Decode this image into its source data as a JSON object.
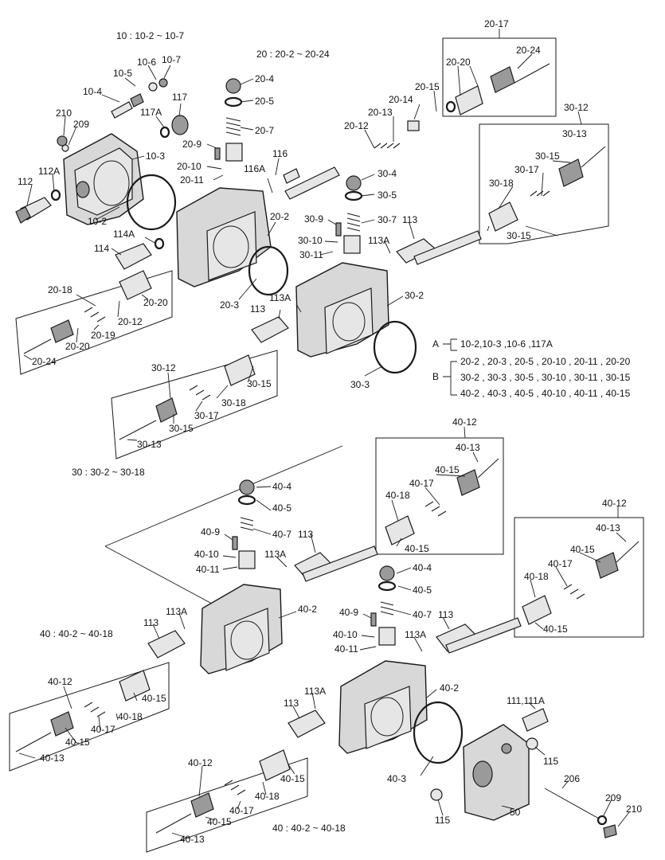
{
  "ranges": {
    "r10": "10 : 10-2 ~ 10-7",
    "r20": "20 : 20-2 ~ 20-24",
    "r30": "30 : 30-2 ~ 30-18",
    "r40a": "40 : 40-2 ~ 40-18",
    "r40b": "40 : 40-2 ~ 40-18"
  },
  "kits": {
    "a_letter": "A",
    "a_text": "10-2,10-3 ,10-6 ,117A",
    "b_letter": "B",
    "b_line1": "20-2 , 20-3 , 20-5 , 20-10 , 20-11 , 20-20",
    "b_line2": "30-2 , 30-3 , 30-5 , 30-10 , 30-11 , 30-15",
    "b_line3": "40-2 , 40-3 , 40-5 , 40-10 , 40-11 , 40-15"
  },
  "labels": {
    "l_10_6": "10-6",
    "l_10_7": "10-7",
    "l_10_5": "10-5",
    "l_10_4": "10-4",
    "l_117": "117",
    "l_117a": "117A",
    "l_210a": "210",
    "l_209a": "209",
    "l_10_3": "10-3",
    "l_112a": "112A",
    "l_112": "112",
    "l_10_2": "10-2",
    "l_20_4": "20-4",
    "l_20_5": "20-5",
    "l_20_7": "20-7",
    "l_20_9": "20-9",
    "l_20_10": "20-10",
    "l_20_11": "20-11",
    "l_116": "116",
    "l_116a": "116A",
    "l_20_2": "20-2",
    "l_114a": "114A",
    "l_114": "114",
    "l_20_3": "20-3",
    "l_20_17": "20-17",
    "l_20_24a": "20-24",
    "l_20_20a": "20-20",
    "l_20_15": "20-15",
    "l_20_14": "20-14",
    "l_20_13": "20-13",
    "l_20_12a": "20-12",
    "l_30_12a": "30-12",
    "l_30_13a": "30-13",
    "l_30_15a": "30-15",
    "l_30_17a": "30-17",
    "l_30_18a": "30-18",
    "l_30_15b": "30-15",
    "l_30_4": "30-4",
    "l_30_5": "30-5",
    "l_30_9": "30-9",
    "l_30_7": "30-7",
    "l_113a": "113",
    "l_30_10": "30-10",
    "l_113Aa": "113A",
    "l_30_11": "30-11",
    "l_30_2": "30-2",
    "l_113b": "113",
    "l_113Ab": "113A",
    "l_30_3": "30-3",
    "l_20_18": "20-18",
    "l_20_20b": "20-20",
    "l_20_19": "20-19",
    "l_20_12b": "20-12",
    "l_20_20c": "20-20",
    "l_20_24b": "20-24",
    "l_30_12b": "30-12",
    "l_30_15c": "30-15",
    "l_30_18b": "30-18",
    "l_30_17b": "30-17",
    "l_30_15d": "30-15",
    "l_30_13b": "30-13",
    "l_40_12a": "40-12",
    "l_40_13a": "40-13",
    "l_40_15a": "40-15",
    "l_40_17a": "40-17",
    "l_40_18a": "40-18",
    "l_40_15b": "40-15",
    "l_40_4a": "40-4",
    "l_40_5a": "40-5",
    "l_40_9a": "40-9",
    "l_40_7a": "40-7",
    "l_113c": "113",
    "l_40_10a": "40-10",
    "l_113Ac": "113A",
    "l_40_11a": "40-11",
    "l_40_2a": "40-2",
    "l_113d": "113",
    "l_113Ad": "113A",
    "l_40_12b": "40-12",
    "l_40_13b": "40-13",
    "l_40_15c": "40-15",
    "l_40_17b": "40-17",
    "l_40_18b": "40-18",
    "l_40_15d": "40-15",
    "l_40_4b": "40-4",
    "l_40_5b": "40-5",
    "l_40_9b": "40-9",
    "l_40_7b": "40-7",
    "l_113e": "113",
    "l_40_10b": "40-10",
    "l_113Ae": "113A",
    "l_40_11b": "40-11",
    "l_40_2b": "40-2",
    "l_40_12c": "40-12",
    "l_40_15e": "40-15",
    "l_40_18c": "40-18",
    "l_40_17c": "40-17",
    "l_40_15f": "40-15",
    "l_40_13c": "40-13",
    "l_113f": "113",
    "l_113Af": "113A",
    "l_111": "111,111A",
    "l_115a": "115",
    "l_40_3": "40-3",
    "l_206": "206",
    "l_209b": "209",
    "l_210b": "210",
    "l_115b": "115",
    "l_50": "50",
    "l_40_12d": "40-12",
    "l_40_15g": "40-15",
    "l_40_18d": "40-18",
    "l_40_17d": "40-17",
    "l_40_15h": "40-15",
    "l_40_13d": "40-13"
  }
}
